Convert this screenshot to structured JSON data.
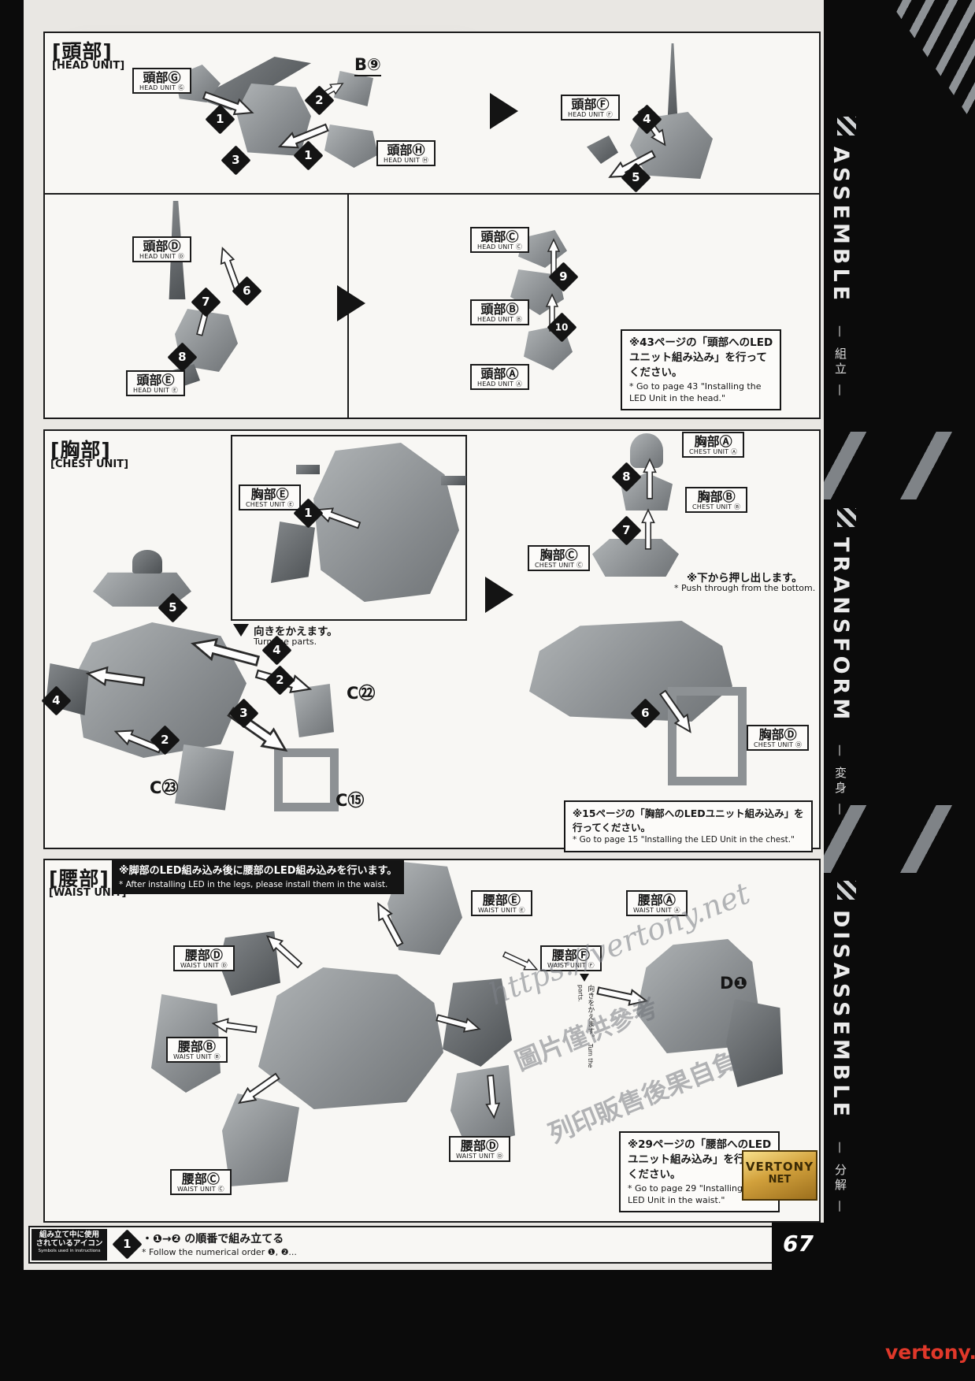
{
  "page_number": "67",
  "steps": {
    "s1": "1",
    "s2": "2",
    "s3": "3",
    "s4": "4",
    "s5": "5",
    "s6": "6",
    "s7": "7",
    "s8": "8",
    "s9": "9",
    "s10": "10"
  },
  "sidebar": {
    "items": [
      {
        "en": "ASSEMBLE",
        "jp": "— 組立 —"
      },
      {
        "en": "TRANSFORM",
        "jp": "— 変身 —"
      },
      {
        "en": "DISASSEMBLE",
        "jp": "— 分解 —"
      }
    ]
  },
  "sections": {
    "head": {
      "title_jp": "[頭部]",
      "title_en": "[HEAD UNIT]",
      "part_code": "B⑨",
      "labels": {
        "g": {
          "jp": "頭部Ⓖ",
          "en": "HEAD UNIT Ⓖ"
        },
        "h": {
          "jp": "頭部Ⓗ",
          "en": "HEAD UNIT Ⓗ"
        },
        "f": {
          "jp": "頭部Ⓕ",
          "en": "HEAD UNIT Ⓕ"
        },
        "d": {
          "jp": "頭部Ⓓ",
          "en": "HEAD UNIT Ⓓ"
        },
        "e": {
          "jp": "頭部Ⓔ",
          "en": "HEAD UNIT Ⓔ"
        },
        "c": {
          "jp": "頭部Ⓒ",
          "en": "HEAD UNIT Ⓒ"
        },
        "b": {
          "jp": "頭部Ⓑ",
          "en": "HEAD UNIT Ⓑ"
        },
        "a": {
          "jp": "頭部Ⓐ",
          "en": "HEAD UNIT Ⓐ"
        }
      },
      "note": {
        "jp1": "※43ページの「頭部へのLED",
        "jp2": "ユニット組み込み」を行って",
        "jp3": "ください。",
        "en1": "* Go to page 43 \"Installing the",
        "en2": "LED Unit in the head.\""
      }
    },
    "chest": {
      "title_jp": "[胸部]",
      "title_en": "[CHEST UNIT]",
      "labels": {
        "e": {
          "jp": "胸部Ⓔ",
          "en": "CHEST UNIT Ⓔ"
        },
        "a": {
          "jp": "胸部Ⓐ",
          "en": "CHEST UNIT Ⓐ"
        },
        "b": {
          "jp": "胸部Ⓑ",
          "en": "CHEST UNIT Ⓑ"
        },
        "c": {
          "jp": "胸部Ⓒ",
          "en": "CHEST UNIT Ⓒ"
        },
        "d": {
          "jp": "胸部Ⓓ",
          "en": "CHEST UNIT Ⓓ"
        }
      },
      "part_codes": {
        "c22": "C㉒",
        "c23": "C㉓",
        "c15": "C⑮"
      },
      "turn_note": {
        "jp": "向きをかえます。",
        "en": "Turn the parts."
      },
      "push_note": {
        "jp": "※下から押し出します。",
        "en": "* Push through from the bottom."
      },
      "note": {
        "jp1": "※15ページの「胸部へのLEDユニット組み込み」を",
        "jp2": "行ってください。",
        "en1": "* Go to page 15 \"Installing the LED Unit in the chest.\""
      }
    },
    "waist": {
      "title_jp": "[腰部]",
      "title_en": "[WAIST UNIT]",
      "banner_jp": "※脚部のLED組み込み後に腰部のLED組み込みを行います。",
      "banner_en": "* After installing LED in the legs, please install them in the waist.",
      "part_code": "D❶",
      "turn_note": {
        "jp": "向きをかえます。",
        "en": "Turn the parts."
      },
      "labels": {
        "e": {
          "jp": "腰部Ⓔ",
          "en": "WAIST UNIT Ⓔ"
        },
        "a": {
          "jp": "腰部Ⓐ",
          "en": "WAIST UNIT Ⓐ"
        },
        "d1": {
          "jp": "腰部Ⓓ",
          "en": "WAIST UNIT Ⓓ"
        },
        "f": {
          "jp": "腰部Ⓕ",
          "en": "WAIST UNIT Ⓕ"
        },
        "b": {
          "jp": "腰部Ⓑ",
          "en": "WAIST UNIT Ⓑ"
        },
        "d2": {
          "jp": "腰部Ⓓ",
          "en": "WAIST UNIT Ⓓ"
        },
        "c": {
          "jp": "腰部Ⓒ",
          "en": "WAIST UNIT Ⓒ"
        }
      },
      "note": {
        "jp1": "※29ページの「腰部へのLED",
        "jp2": "ユニット組み込み」を行って",
        "jp3": "ください。",
        "en1": "* Go to page 29 \"Installing the",
        "en2": "LED Unit in the waist.\""
      }
    }
  },
  "footer": {
    "label_jp1": "組み立て中に使用",
    "label_jp2": "されているアイコン",
    "label_en": "Symbols used in instructions",
    "step_icon": "1",
    "text_jp": "・❶→❷ の順番で組み立てる",
    "text_en": "* Follow the numerical order ❶, ❷..."
  },
  "watermarks": {
    "url_diagonal": "https://vertony.net",
    "cn_line1": "圖片僅供參考",
    "cn_line2": "列印販售後果自負",
    "badge_line1": "VERTONY",
    "badge_line2": "NET",
    "corner": "vertony.net"
  }
}
